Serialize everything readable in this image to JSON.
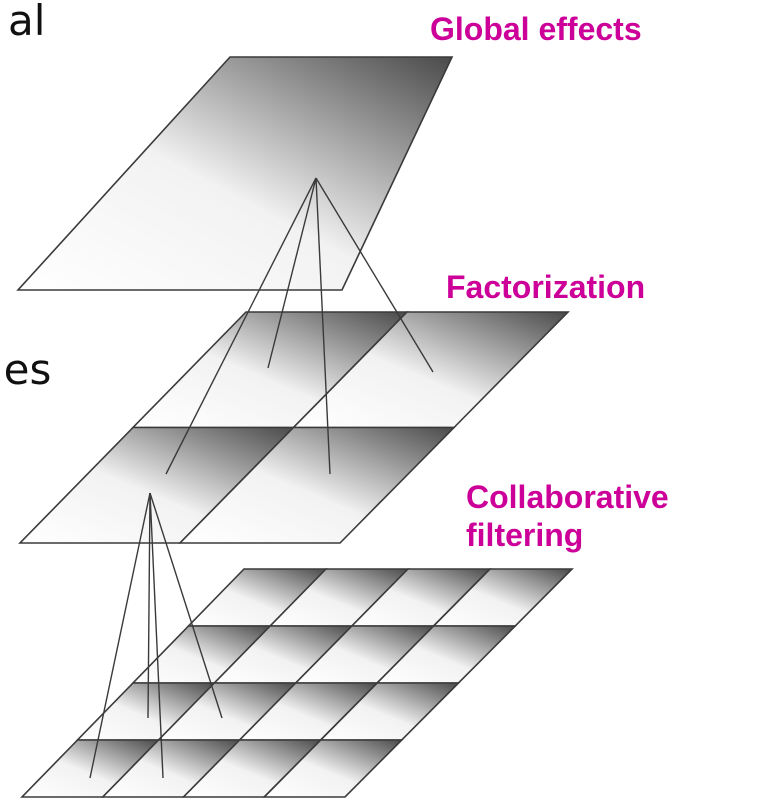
{
  "labels": {
    "global": "Global effects",
    "factorization": "Factorization",
    "collaborative": "Collaborative filtering"
  },
  "cut_off_text": {
    "top_fragment": "al",
    "middle_fragment": "ies"
  },
  "colors": {
    "label": "#cc0099",
    "edge": "#3a3a3a",
    "shade_dark": "#4a4a4a",
    "shade_light": "#ffffff"
  },
  "layers": [
    {
      "name": "global",
      "grid": [
        1,
        1
      ]
    },
    {
      "name": "factorization",
      "grid": [
        2,
        2
      ]
    },
    {
      "name": "collaborative",
      "grid": [
        4,
        4
      ]
    }
  ]
}
